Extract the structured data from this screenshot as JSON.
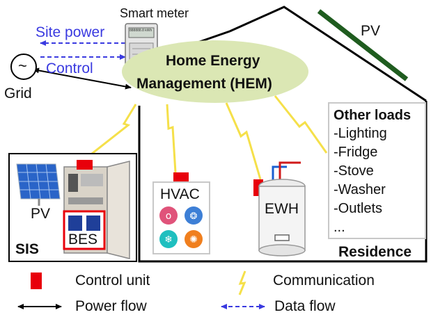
{
  "labels": {
    "smart_meter": "Smart meter",
    "site_power": "Site power",
    "control": "Control",
    "grid": "Grid",
    "grid_symbol": "~",
    "hem_line1": "Home Energy",
    "hem_line2": "Management (HEM)",
    "pv_roof": "PV",
    "pv_sis": "PV",
    "bes": "BES",
    "sis": "SIS",
    "hvac": "HVAC",
    "ewh": "EWH",
    "residence": "Residence",
    "meter_display": "888888.8 kWh"
  },
  "other_loads": {
    "title": "Other loads",
    "items": [
      "-Lighting",
      "-Fridge",
      "-Stove",
      "-Washer",
      "-Outlets",
      "..."
    ]
  },
  "legend": {
    "control_unit": "Control unit",
    "communication": "Communication",
    "power_flow": "Power flow",
    "data_flow": "Data flow"
  },
  "colors": {
    "control_unit": "#e8000b",
    "communication": "#f5e04a",
    "data_flow": "#3a3ae0",
    "pv_roof": "#1f5c1f",
    "hem_fill": "#dbe7b4",
    "hvac_icon_colors": [
      "#e0537a",
      "#3d7fd6",
      "#1fbfbf",
      "#f07f1e"
    ]
  }
}
